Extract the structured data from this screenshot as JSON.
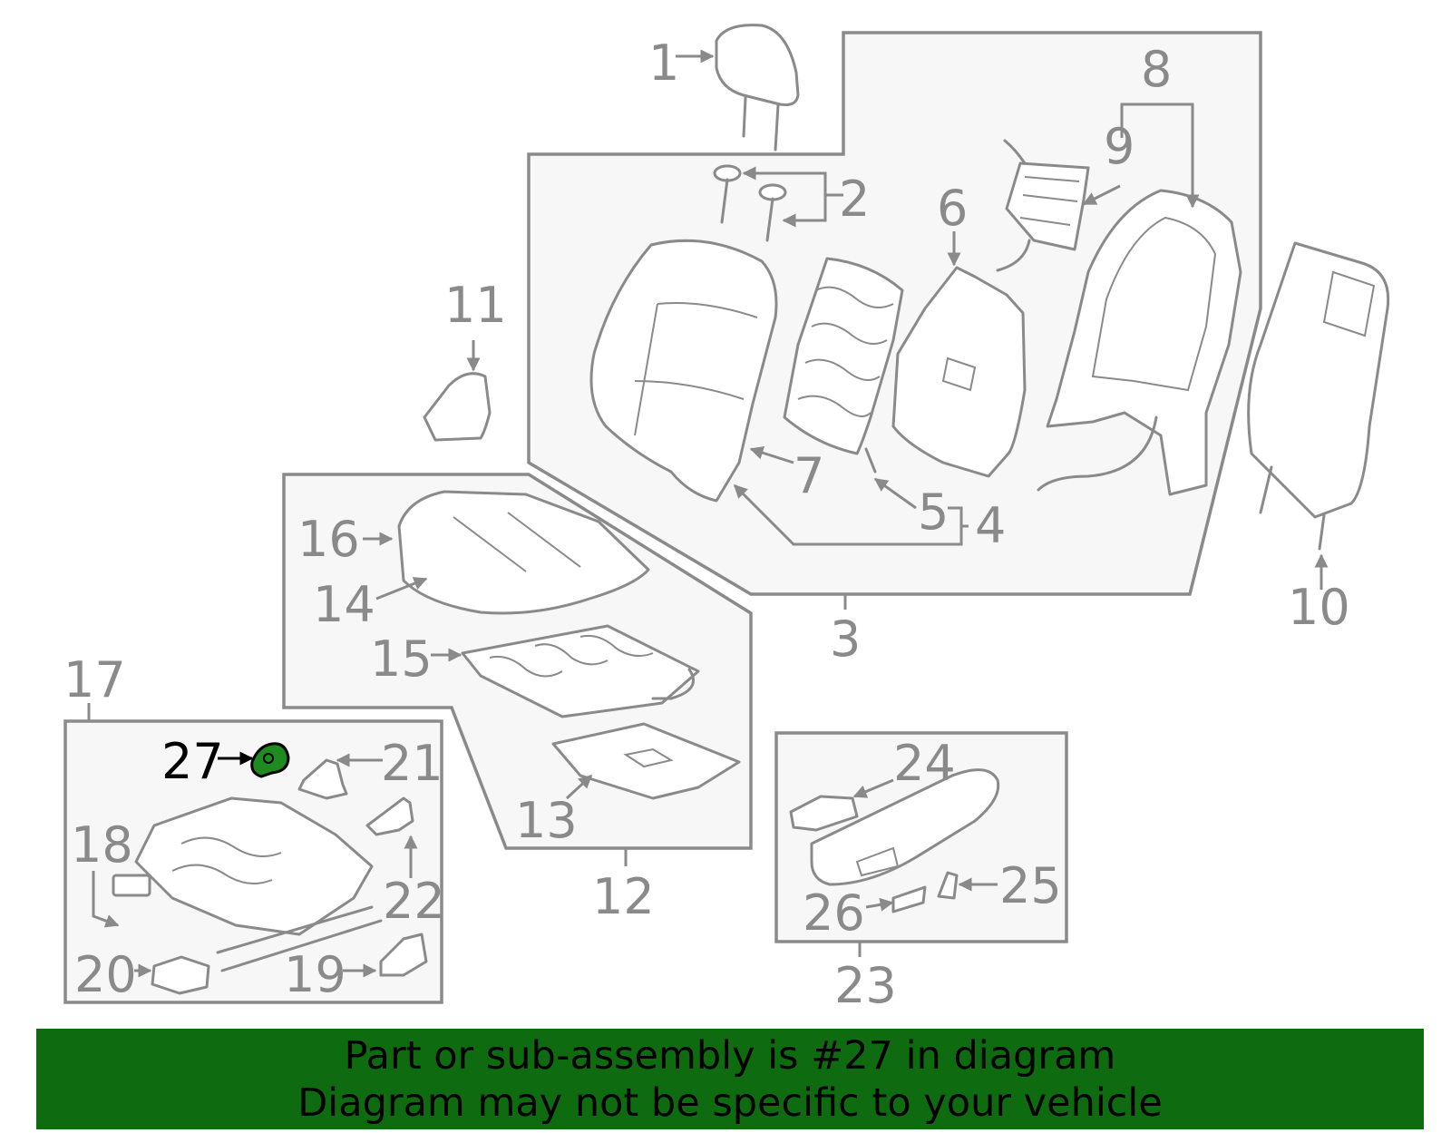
{
  "diagram": {
    "highlight_color": "#1f8a1f",
    "line_color": "#8a8a8a",
    "callouts": {
      "c1": "1",
      "c2": "2",
      "c3": "3",
      "c4": "4",
      "c5": "5",
      "c6": "6",
      "c7": "7",
      "c8": "8",
      "c9": "9",
      "c10": "10",
      "c11": "11",
      "c12": "12",
      "c13": "13",
      "c14": "14",
      "c15": "15",
      "c16": "16",
      "c17": "17",
      "c18": "18",
      "c19": "19",
      "c20": "20",
      "c21": "21",
      "c22": "22",
      "c23": "23",
      "c24": "24",
      "c25": "25",
      "c26": "26",
      "c27": "27"
    }
  },
  "banner": {
    "background": "#0f6b0f",
    "line1": "Part or sub-assembly is #27 in diagram",
    "line2": "Diagram may not be specific to your vehicle"
  }
}
